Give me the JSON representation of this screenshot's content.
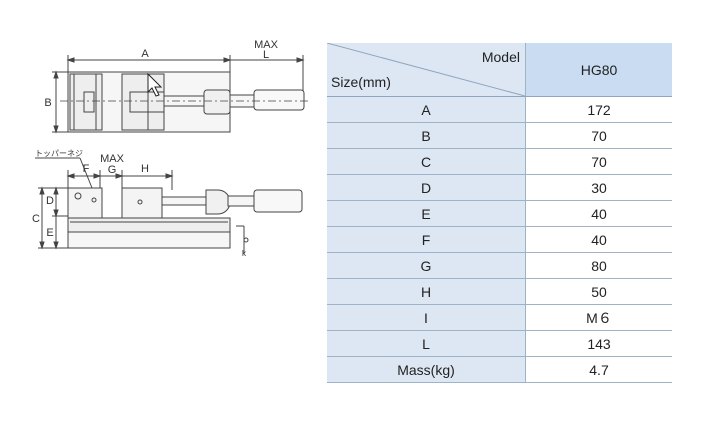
{
  "drawing": {
    "dims": {
      "A": "A",
      "MAX_top": "MAX",
      "L": "L",
      "B": "B",
      "F": "F",
      "MAX_side": "MAX",
      "G": "G",
      "H": "H",
      "C": "C",
      "D": "D",
      "E": "E",
      "k": "k"
    },
    "callout": "トッパーネジ"
  },
  "table": {
    "header": {
      "model": "Model",
      "size": "Size(mm)",
      "model_value": "HG80"
    },
    "rows": [
      {
        "label": "A",
        "value": "172"
      },
      {
        "label": "B",
        "value": "70"
      },
      {
        "label": "C",
        "value": "70"
      },
      {
        "label": "D",
        "value": "30"
      },
      {
        "label": "E",
        "value": "40"
      },
      {
        "label": "F",
        "value": "40"
      },
      {
        "label": "G",
        "value": "80"
      },
      {
        "label": "H",
        "value": "50"
      },
      {
        "label": "I",
        "value": "M６"
      },
      {
        "label": "L",
        "value": "143"
      },
      {
        "label": "Mass(kg)",
        "value": "4.7"
      }
    ]
  }
}
